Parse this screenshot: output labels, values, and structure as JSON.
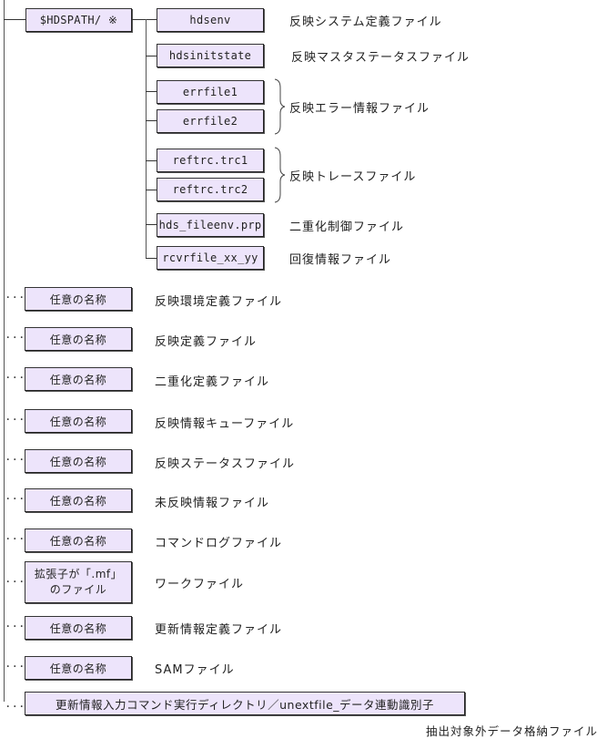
{
  "root": {
    "label": "$HDSPATH/ ※",
    "children": [
      {
        "name": "hdsenv",
        "desc": "反映システム定義ファイル"
      },
      {
        "name": "hdsinitstate",
        "desc": "反映マスタステータスファイル"
      },
      {
        "name": "errfile1"
      },
      {
        "name": "errfile2"
      },
      {
        "name": "reftrc.trc1"
      },
      {
        "name": "reftrc.trc2"
      },
      {
        "name": "hds_fileenv.prp",
        "desc": "二重化制御ファイル"
      },
      {
        "name": "rcvrfile_xx_yy",
        "desc": "回復情報ファイル"
      }
    ],
    "groups": {
      "errfile": "反映エラー情報ファイル",
      "reftrc": "反映トレースファイル"
    }
  },
  "items": [
    {
      "name": "任意の名称",
      "desc": "反映環境定義ファイル"
    },
    {
      "name": "任意の名称",
      "desc": "反映定義ファイル"
    },
    {
      "name": "任意の名称",
      "desc": "二重化定義ファイル"
    },
    {
      "name": "任意の名称",
      "desc": "反映情報キューファイル"
    },
    {
      "name": "任意の名称",
      "desc": "反映ステータスファイル"
    },
    {
      "name": "任意の名称",
      "desc": "未反映情報ファイル"
    },
    {
      "name": "任意の名称",
      "desc": "コマンドログファイル"
    },
    {
      "name_line1": "拡張子が「.mf」",
      "name_line2": "のファイル",
      "desc": "ワークファイル"
    },
    {
      "name": "任意の名称",
      "desc": "更新情報定義ファイル"
    },
    {
      "name": "任意の名称",
      "desc": "SAMファイル"
    }
  ],
  "last_item": {
    "name": "更新情報入力コマンド実行ディレクトリ／unextfile_データ連動識別子",
    "desc": "抽出対象外データ格納ファイル"
  },
  "dots": "･･･",
  "colors": {
    "box_fill": "#ede4fb",
    "box_border": "#333333",
    "line": "#555555"
  }
}
